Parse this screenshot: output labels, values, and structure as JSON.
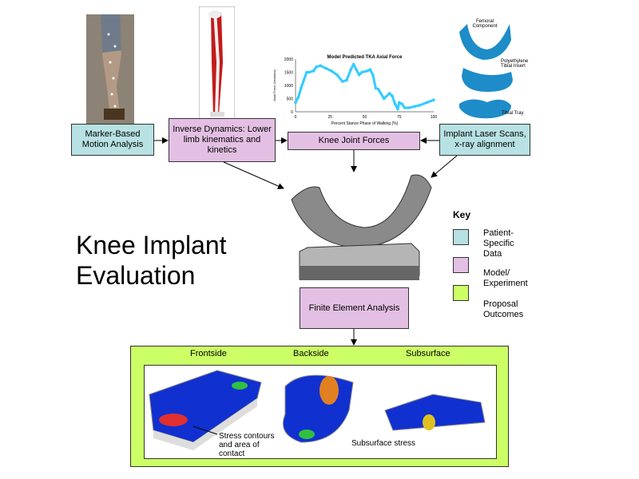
{
  "title": {
    "line1": "Knee Implant",
    "line2": "Evaluation"
  },
  "boxes": {
    "marker": "Marker-Based Motion Analysis",
    "inverse": "Inverse Dynamics: Lower limb kinematics and kinetics",
    "forces": "Knee Joint Forces",
    "implant": "Implant Laser Scans, x-ray alignment",
    "fea": "Finite Element Analysis"
  },
  "implant_labels": {
    "femoral": "Femoral Component",
    "insert": "Polyethylene Tibial Insert",
    "tray": "Tibial Tray"
  },
  "key": {
    "title": "Key",
    "items": [
      {
        "label": "Patient-Specific Data",
        "color": "#b7e1e2"
      },
      {
        "label": "Model/ Experiment",
        "color": "#e3c0e3"
      },
      {
        "label": "Proposal Outcomes",
        "color": "#ccff66"
      }
    ]
  },
  "outcomes": {
    "headers": [
      "Frontside",
      "Backside",
      "Subsurface"
    ],
    "annotation_contact": "Stress contours and area of contact",
    "annotation_subsurface": "Subsurface stress"
  },
  "chart_data": {
    "type": "line",
    "title": "Model Predicted TKA Axial Force",
    "xlabel": "Percent Stance Phase of Walking (%)",
    "ylabel": "Axial Force (Newtons)",
    "xticks": [
      "0",
      "25",
      "50",
      "75",
      "100"
    ],
    "yticks": [
      "0",
      "500",
      "1000",
      "1500",
      "2000"
    ],
    "xlim": [
      0,
      100
    ],
    "ylim": [
      0,
      2000
    ],
    "color": "#33ccff",
    "x": [
      0,
      2,
      4,
      6,
      8,
      10,
      13,
      15,
      18,
      22,
      26,
      30,
      34,
      37,
      40,
      42,
      44,
      46,
      48,
      52,
      54,
      56,
      58,
      60,
      64,
      68,
      70,
      72,
      74,
      75,
      77,
      79,
      82,
      86,
      90,
      95,
      100
    ],
    "y": [
      350,
      550,
      900,
      1200,
      1500,
      1500,
      1550,
      1700,
      1750,
      1650,
      1550,
      1400,
      1150,
      1200,
      1600,
      1800,
      1600,
      1400,
      1500,
      1550,
      1600,
      1400,
      900,
      850,
      500,
      700,
      600,
      300,
      100,
      350,
      300,
      150,
      150,
      200,
      250,
      350,
      450
    ]
  }
}
